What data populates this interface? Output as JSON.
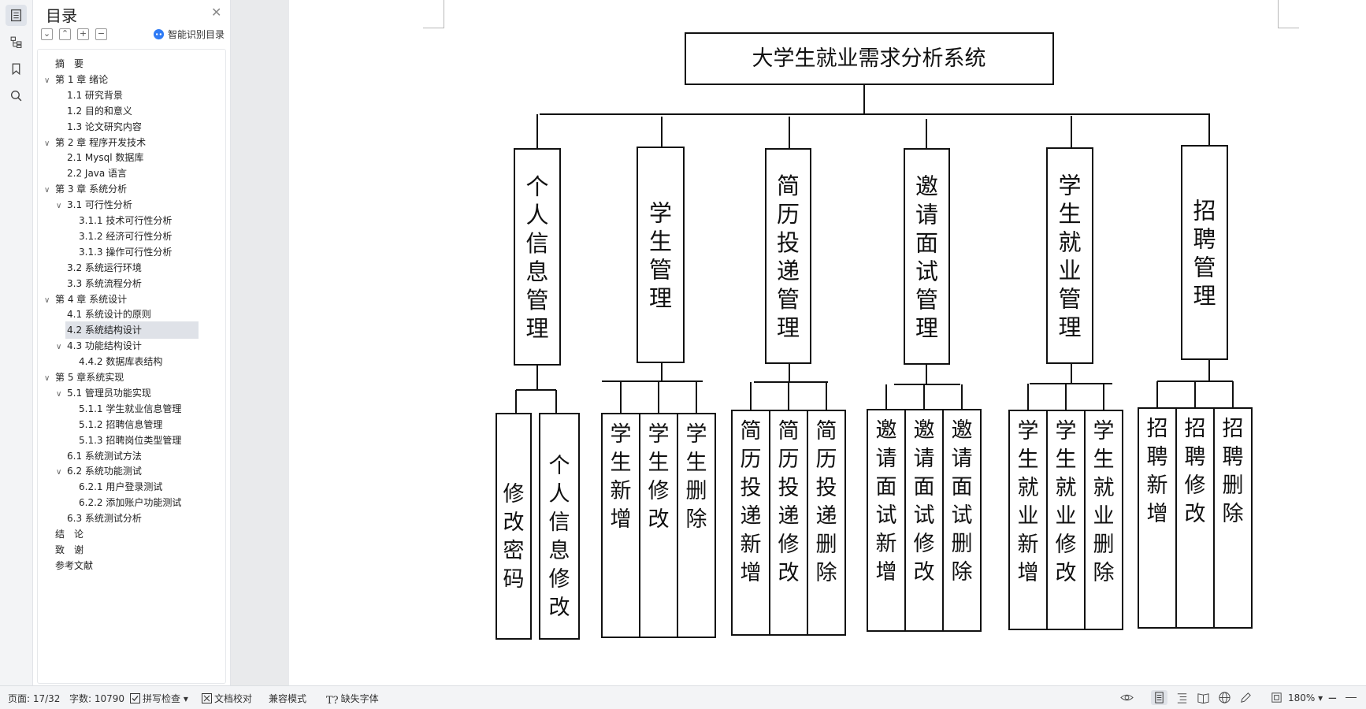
{
  "toc": {
    "title": "目录",
    "smart_button": "智能识别目录",
    "items": [
      {
        "label": "摘　要",
        "level": 0,
        "chevron": false
      },
      {
        "label": "第 1 章  绪论",
        "level": 0,
        "chevron": true
      },
      {
        "label": "1.1  研究背景",
        "level": 1,
        "chevron": false
      },
      {
        "label": "1.2 目的和意义",
        "level": 1,
        "chevron": false
      },
      {
        "label": "1.3  论文研究内容",
        "level": 1,
        "chevron": false
      },
      {
        "label": "第 2 章  程序开发技术",
        "level": 0,
        "chevron": true
      },
      {
        "label": "2.1 Mysql 数据库",
        "level": 1,
        "chevron": false
      },
      {
        "label": "2.2 Java 语言",
        "level": 1,
        "chevron": false
      },
      {
        "label": "第 3 章  系统分析",
        "level": 0,
        "chevron": true
      },
      {
        "label": "3.1 可行性分析",
        "level": 1,
        "chevron": true
      },
      {
        "label": "3.1.1 技术可行性分析",
        "level": 2,
        "chevron": false
      },
      {
        "label": "3.1.2 经济可行性分析",
        "level": 2,
        "chevron": false
      },
      {
        "label": "3.1.3 操作可行性分析",
        "level": 2,
        "chevron": false
      },
      {
        "label": "3.2 系统运行环境",
        "level": 1,
        "chevron": false
      },
      {
        "label": "3.3 系统流程分析",
        "level": 1,
        "chevron": false
      },
      {
        "label": "第 4 章  系统设计",
        "level": 0,
        "chevron": true
      },
      {
        "label": "4.1  系统设计的原则",
        "level": 1,
        "chevron": false
      },
      {
        "label": "4.2  系统结构设计",
        "level": 1,
        "chevron": false,
        "selected": true
      },
      {
        "label": "4.3 功能结构设计",
        "level": 1,
        "chevron": true
      },
      {
        "label": "4.4.2  数据库表结构",
        "level": 2,
        "chevron": false
      },
      {
        "label": "第 5 章系统实现",
        "level": 0,
        "chevron": true
      },
      {
        "label": "5.1 管理员功能实现",
        "level": 1,
        "chevron": true
      },
      {
        "label": "5.1.1  学生就业信息管理",
        "level": 2,
        "chevron": false
      },
      {
        "label": "5.1.2  招聘信息管理",
        "level": 2,
        "chevron": false
      },
      {
        "label": "5.1.3 招聘岗位类型管理",
        "level": 2,
        "chevron": false
      },
      {
        "label": "6.1 系统测试方法",
        "level": 1,
        "chevron": false
      },
      {
        "label": "6.2  系统功能测试",
        "level": 1,
        "chevron": true
      },
      {
        "label": "6.2.1  用户登录测试",
        "level": 2,
        "chevron": false
      },
      {
        "label": "6.2.2  添加账户功能测试",
        "level": 2,
        "chevron": false
      },
      {
        "label": "6.3  系统测试分析",
        "level": 1,
        "chevron": false
      },
      {
        "label": "结　论",
        "level": 0,
        "chevron": false
      },
      {
        "label": "致　谢",
        "level": 0,
        "chevron": false
      },
      {
        "label": "参考文献",
        "level": 0,
        "chevron": false
      }
    ]
  },
  "diagram": {
    "root": "大学生就业需求分析系统",
    "modules": [
      {
        "label": "个人信息管理",
        "children": [
          "修改密码",
          "个人信息修改"
        ]
      },
      {
        "label": "学生管理",
        "children": [
          "学生新增",
          "学生修改",
          "学生删除"
        ]
      },
      {
        "label": "简历投递管理",
        "children": [
          "简历投递新增",
          "简历投递修改",
          "简历投递删除"
        ]
      },
      {
        "label": "邀请面试管理",
        "children": [
          "邀请面试新增",
          "邀请面试修改",
          "邀请面试删除"
        ]
      },
      {
        "label": "学生就业管理",
        "children": [
          "学生就业新增",
          "学生就业修改",
          "学生就业删除"
        ]
      },
      {
        "label": "招聘管理",
        "children": [
          "招聘新增",
          "招聘修改",
          "招聘删除"
        ]
      }
    ]
  },
  "status": {
    "page": "页面: 17/32",
    "words": "字数: 10790",
    "spell": "拼写检查",
    "proof": "文档校对",
    "compat": "兼容模式",
    "missing_font": "缺失字体",
    "zoom": "180%"
  }
}
